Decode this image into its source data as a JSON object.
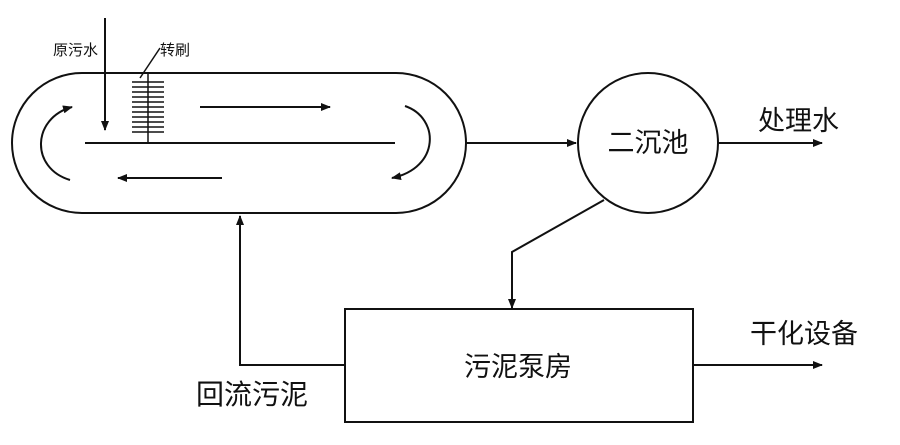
{
  "labels": {
    "raw_sewage": "原污水",
    "brush": "转刷",
    "secondary_clarifier": "二沉池",
    "treated_water": "处理水",
    "sludge_pump_house": "污泥泵房",
    "drying_equipment": "干化设备",
    "return_sludge": "回流污泥"
  }
}
